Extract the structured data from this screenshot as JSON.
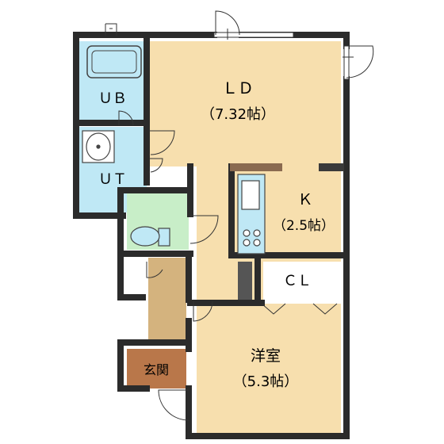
{
  "rooms": {
    "ub": {
      "label": "ＵＢ"
    },
    "ut": {
      "label": "ＵＴ"
    },
    "ld": {
      "label": "ＬＤ",
      "size": "（7.32帖）"
    },
    "k": {
      "label": "Ｋ",
      "size": "（2.5帖）"
    },
    "cl": {
      "label": "ＣＬ"
    },
    "youshitsu": {
      "label": "洋室",
      "size": "（5.3帖）"
    },
    "genkan": {
      "label": "玄関"
    }
  },
  "colors": {
    "wall": "#2b2b2b",
    "ld": "#f7dfae",
    "bath": "#bfe8f5",
    "toilet": "#c8eec8",
    "genkan": "#b9774a",
    "hall": "#d4b37e",
    "closet": "#ffffff"
  }
}
